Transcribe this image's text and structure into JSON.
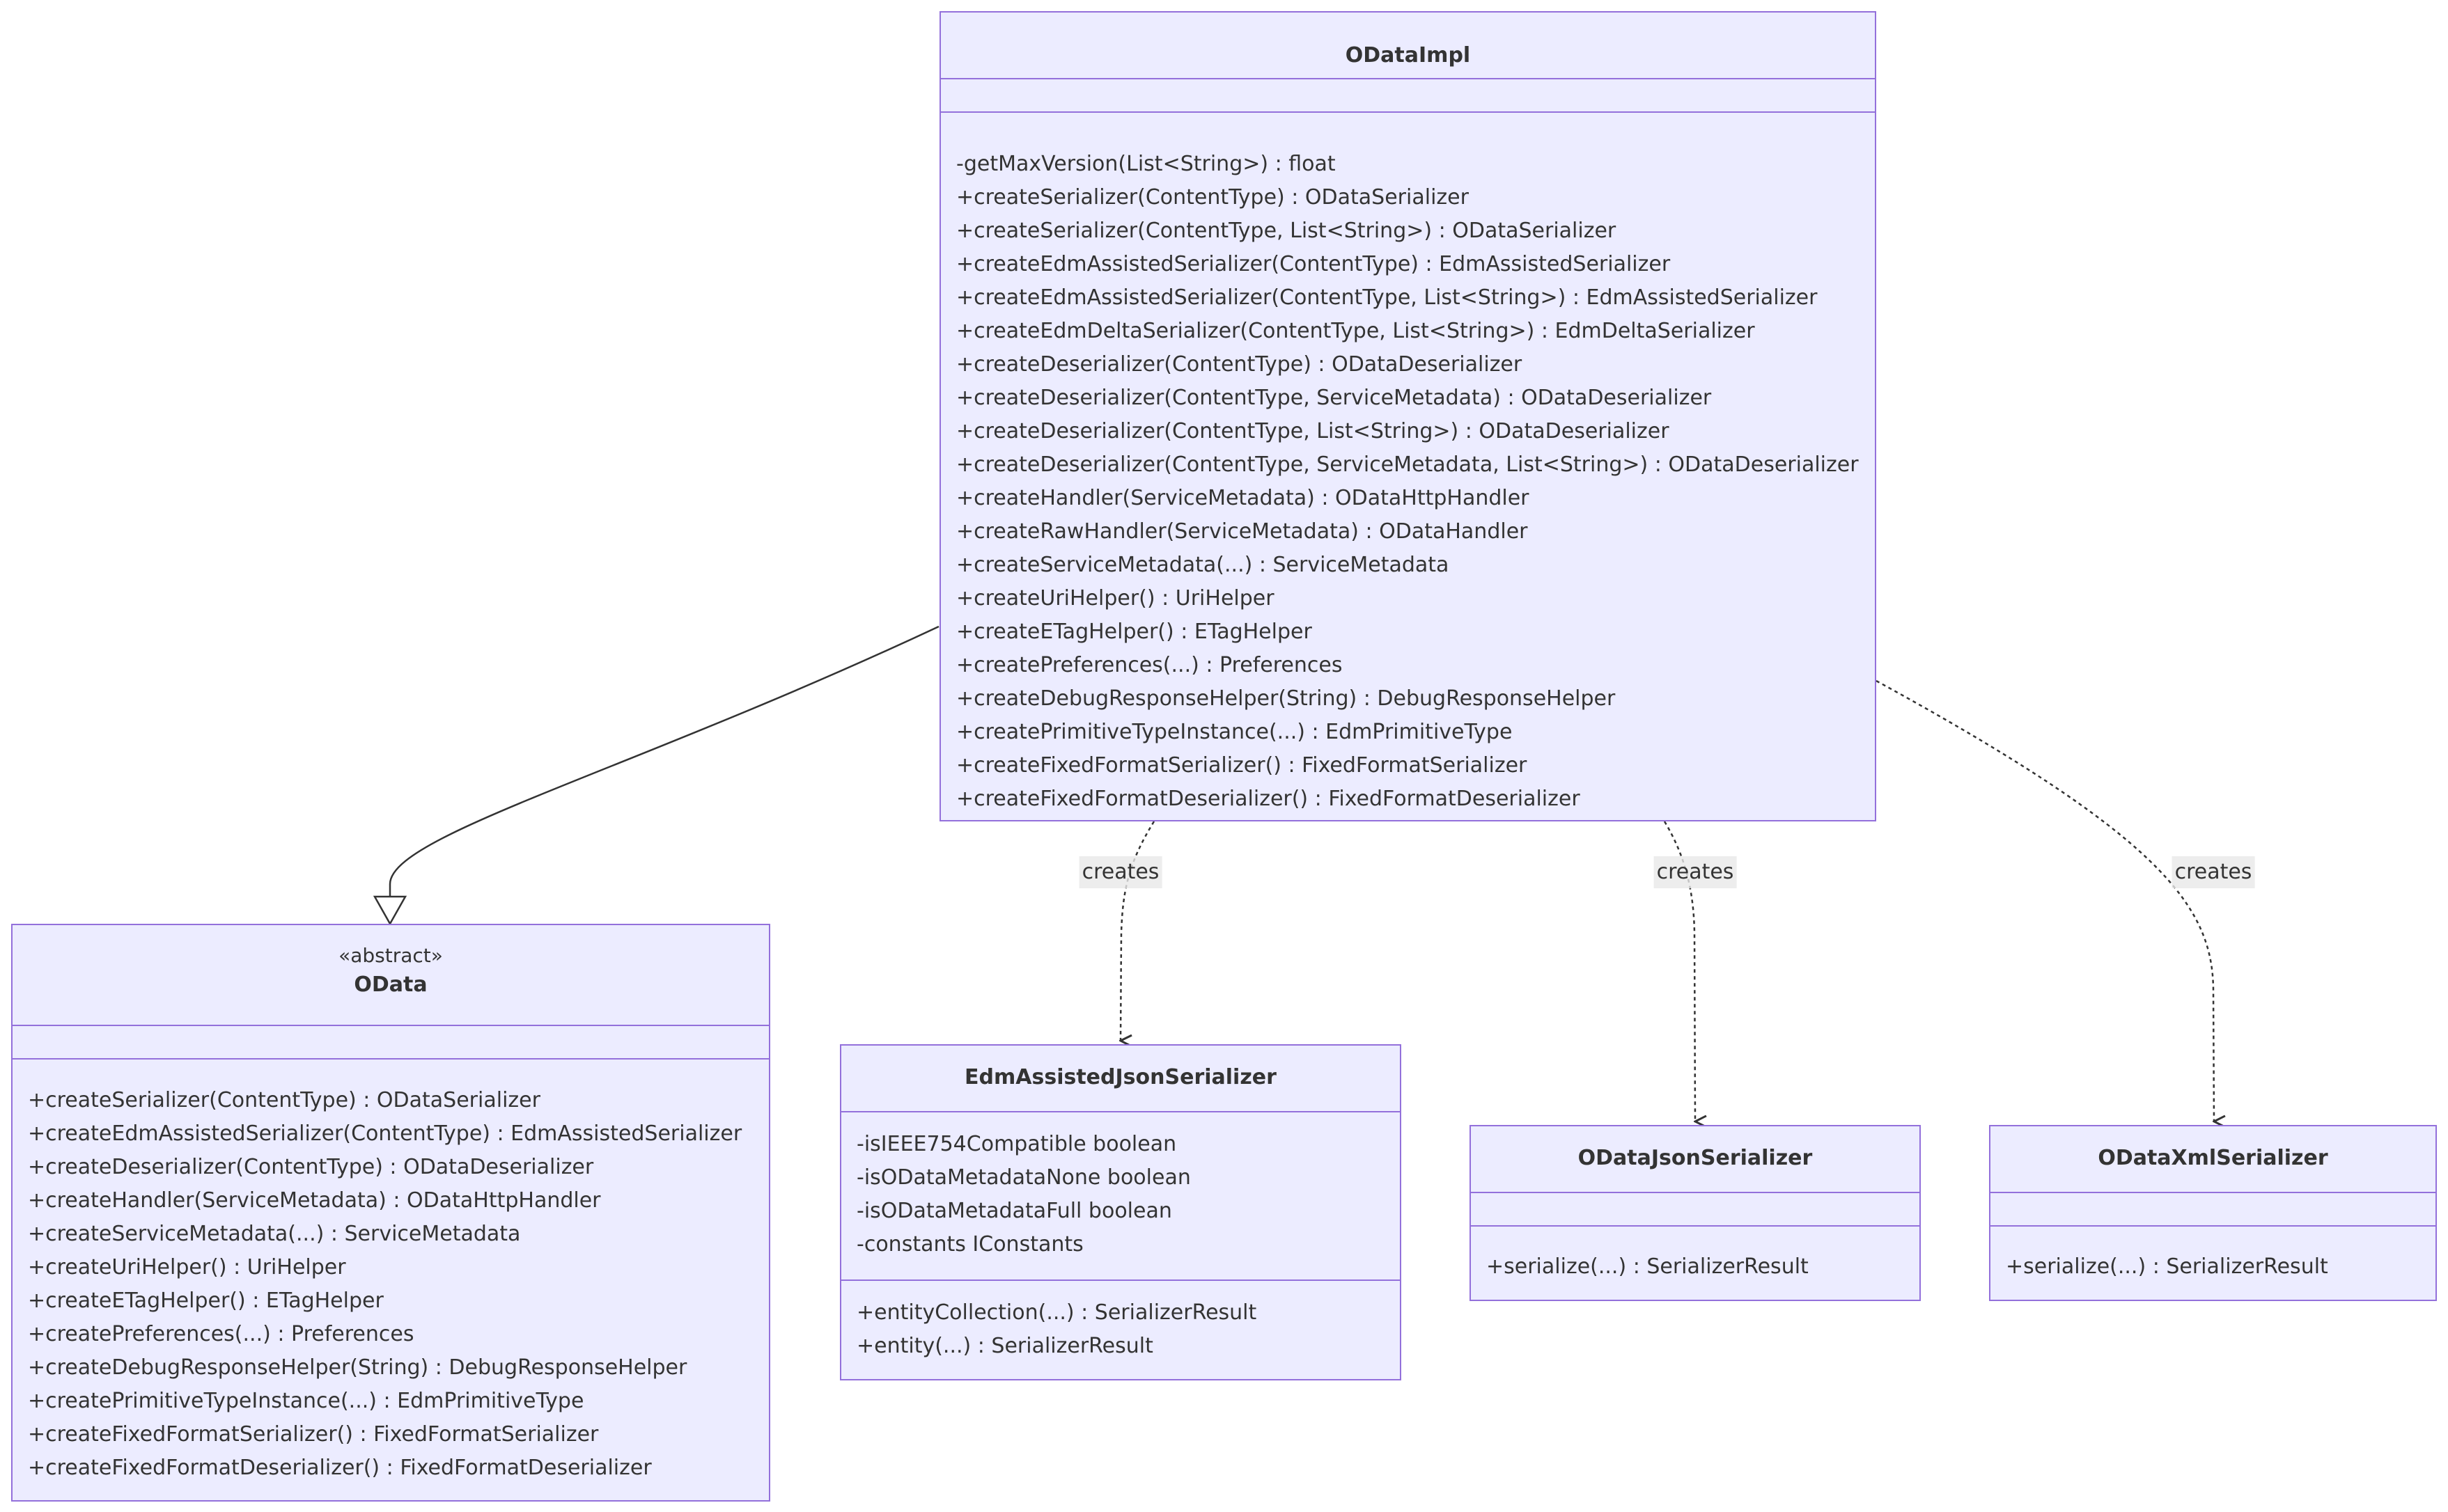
{
  "classes": {
    "odataimpl": {
      "name": "ODataImpl",
      "methods": [
        "-getMaxVersion(List<String>) : float",
        "+createSerializer(ContentType) : ODataSerializer",
        "+createSerializer(ContentType, List<String>) : ODataSerializer",
        "+createEdmAssistedSerializer(ContentType) : EdmAssistedSerializer",
        "+createEdmAssistedSerializer(ContentType, List<String>) : EdmAssistedSerializer",
        "+createEdmDeltaSerializer(ContentType, List<String>) : EdmDeltaSerializer",
        "+createDeserializer(ContentType) : ODataDeserializer",
        "+createDeserializer(ContentType, ServiceMetadata) : ODataDeserializer",
        "+createDeserializer(ContentType, List<String>) : ODataDeserializer",
        "+createDeserializer(ContentType, ServiceMetadata, List<String>) : ODataDeserializer",
        "+createHandler(ServiceMetadata) : ODataHttpHandler",
        "+createRawHandler(ServiceMetadata) : ODataHandler",
        "+createServiceMetadata(...) : ServiceMetadata",
        "+createUriHelper() : UriHelper",
        "+createETagHelper() : ETagHelper",
        "+createPreferences(...) : Preferences",
        "+createDebugResponseHelper(String) : DebugResponseHelper",
        "+createPrimitiveTypeInstance(...) : EdmPrimitiveType",
        "+createFixedFormatSerializer() : FixedFormatSerializer",
        "+createFixedFormatDeserializer() : FixedFormatDeserializer"
      ]
    },
    "odata": {
      "stereotype": "«abstract»",
      "name": "OData",
      "methods": [
        "+createSerializer(ContentType) : ODataSerializer",
        "+createEdmAssistedSerializer(ContentType) : EdmAssistedSerializer",
        "+createDeserializer(ContentType) : ODataDeserializer",
        "+createHandler(ServiceMetadata) : ODataHttpHandler",
        "+createServiceMetadata(...) : ServiceMetadata",
        "+createUriHelper() : UriHelper",
        "+createETagHelper() : ETagHelper",
        "+createPreferences(...) : Preferences",
        "+createDebugResponseHelper(String) : DebugResponseHelper",
        "+createPrimitiveTypeInstance(...) : EdmPrimitiveType",
        "+createFixedFormatSerializer() : FixedFormatSerializer",
        "+createFixedFormatDeserializer() : FixedFormatDeserializer"
      ]
    },
    "edm_assisted_json_serializer": {
      "name": "EdmAssistedJsonSerializer",
      "attributes": [
        "-isIEEE754Compatible boolean",
        "-isODataMetadataNone boolean",
        "-isODataMetadataFull boolean",
        "-constants IConstants"
      ],
      "methods": [
        "+entityCollection(...) : SerializerResult",
        "+entity(...) : SerializerResult"
      ]
    },
    "odata_json_serializer": {
      "name": "ODataJsonSerializer",
      "methods": [
        "+serialize(...) : SerializerResult"
      ]
    },
    "odata_xml_serializer": {
      "name": "ODataXmlSerializer",
      "methods": [
        "+serialize(...) : SerializerResult"
      ]
    }
  },
  "relations": [
    {
      "from": "ODataImpl",
      "to": "OData",
      "kind": "inheritance",
      "label": ""
    },
    {
      "from": "ODataImpl",
      "to": "EdmAssistedJsonSerializer",
      "kind": "dependency",
      "label": "creates"
    },
    {
      "from": "ODataImpl",
      "to": "ODataJsonSerializer",
      "kind": "dependency",
      "label": "creates"
    },
    {
      "from": "ODataImpl",
      "to": "ODataXmlSerializer",
      "kind": "dependency",
      "label": "creates"
    }
  ],
  "colors": {
    "class_fill": "#ECECFF",
    "class_border": "#9370DB",
    "text": "#333333",
    "edge": "#333333",
    "label_bg": "#E8E8E8"
  }
}
